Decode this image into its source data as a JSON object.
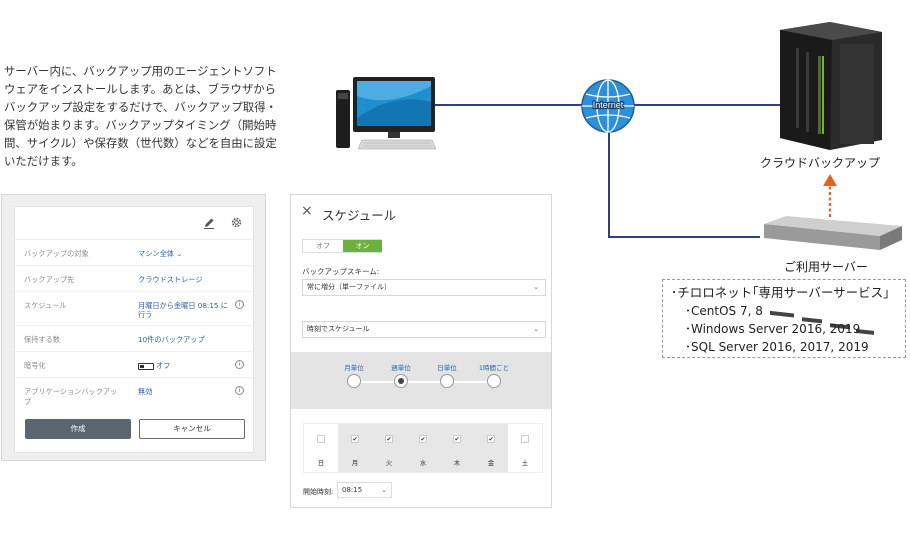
{
  "intro": {
    "lines": [
      "サーバー内に、バックアップ用のエージェントソフト",
      "ウェアをインストールします。あとは、ブラウザから",
      "バックアップ設定をするだけで、バックアップ取得・",
      "保管が始まります。バックアップタイミング（開始時",
      "間、サイクル）や保存数（世代数）などを自由に設定",
      "いただけます。"
    ]
  },
  "diagram": {
    "internet_label": "Internet",
    "cloud_label": "クラウドバックアップ",
    "server_label": "ご利用サーバー",
    "service_title": "･チロロネット｢専用サーバーサービス｣",
    "service_items": [
      "･CentOS 7, 8",
      "･Windows Server 2016, 2019",
      "･SQL Server 2016, 2017, 2019"
    ],
    "colors": {
      "line": "#2e3e8c",
      "arrow": "#e8621e"
    }
  },
  "settings": {
    "rows": [
      {
        "label": "バックアップの対象",
        "value": "マシン全体 ⌄"
      },
      {
        "label": "バックアップ先",
        "value": "クラウドストレージ"
      },
      {
        "label": "スケジュール",
        "value": "月曜日から金曜日 08:15 に行う"
      },
      {
        "label": "保持する数",
        "value": "10件のバックアップ"
      },
      {
        "label": "暗号化",
        "value": "オフ"
      },
      {
        "label": "アプリケーションバックアップ",
        "value": "無効"
      }
    ],
    "create_label": "作成",
    "cancel_label": "キャンセル"
  },
  "schedule": {
    "close_icon": "×",
    "title": "スケジュール",
    "toggle_off": "オフ",
    "toggle_on": "オン",
    "scheme_label": "バックアップスキーム:",
    "scheme_value": "常に増分（単一ファイル）",
    "mode_value": "時刻でスケジュール",
    "frequencies": [
      "月単位",
      "週単位",
      "日単位",
      "1時間ごと"
    ],
    "selected_frequency": "週単位",
    "days": [
      {
        "name": "日",
        "checked": false
      },
      {
        "name": "月",
        "checked": true
      },
      {
        "name": "火",
        "checked": true
      },
      {
        "name": "水",
        "checked": true
      },
      {
        "name": "木",
        "checked": true
      },
      {
        "name": "金",
        "checked": true
      },
      {
        "name": "土",
        "checked": false
      }
    ],
    "start_label": "開始時刻:",
    "start_value": "08:15",
    "chevron": "⌄"
  }
}
